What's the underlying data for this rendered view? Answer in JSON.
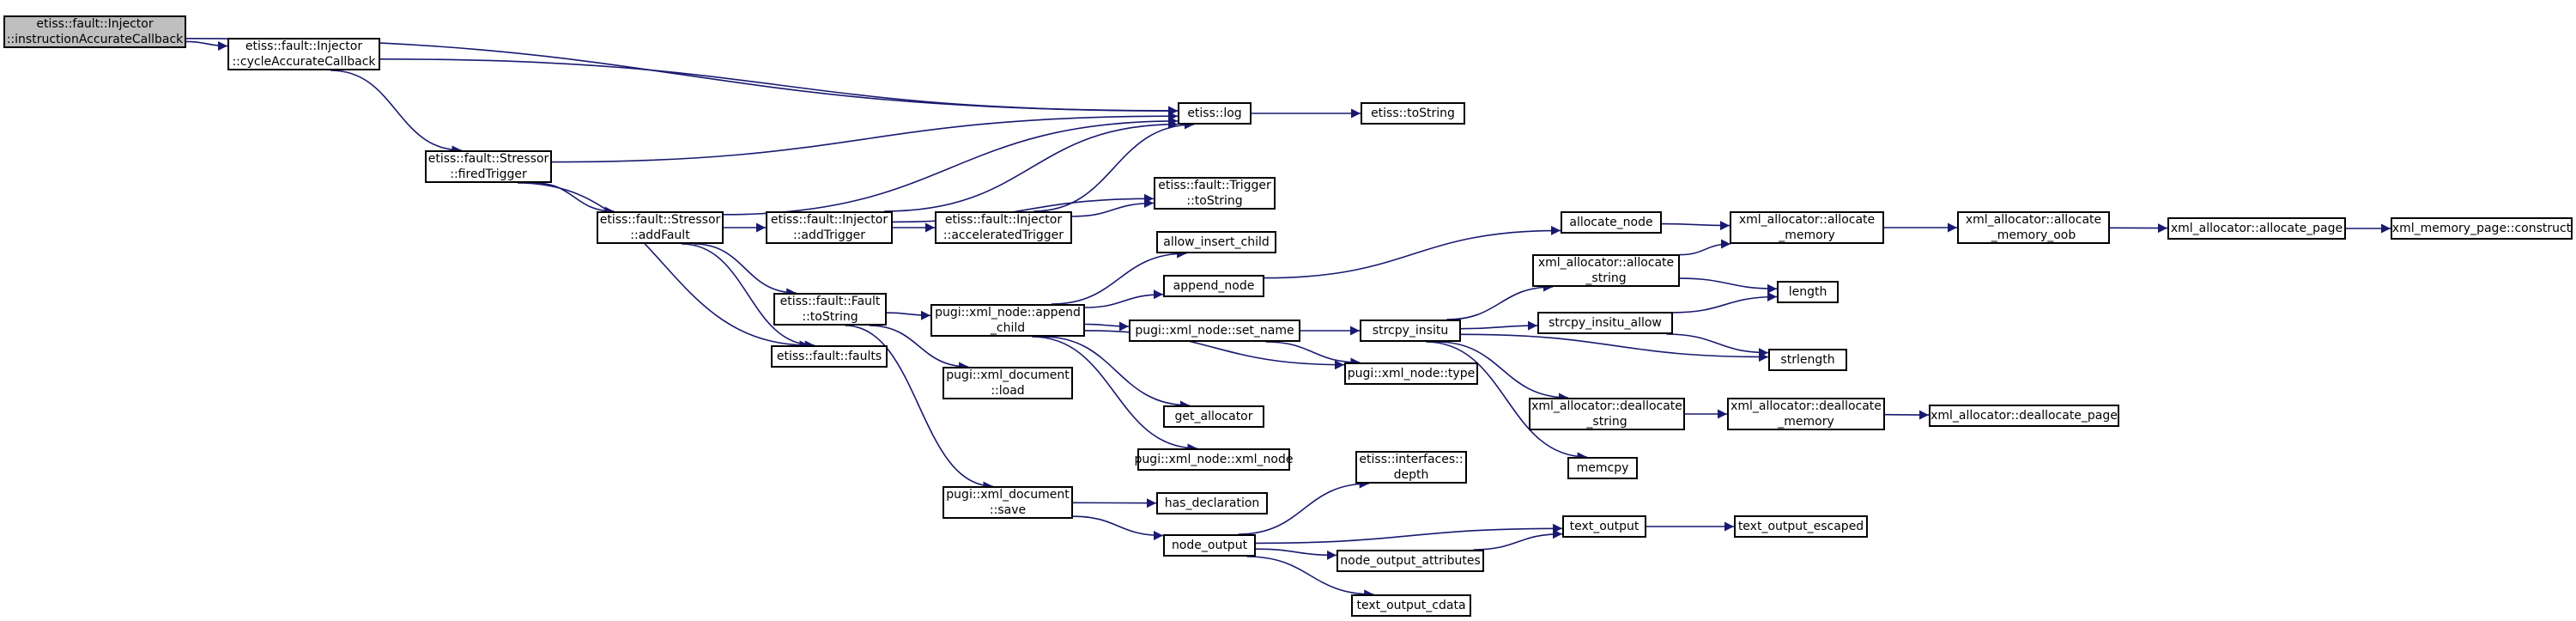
{
  "colors": {
    "edge": "#191970",
    "node_border": "#000000",
    "root_fill": "#bfbfbf",
    "node_fill": "#ffffff"
  },
  "nodes": {
    "n1": "etiss::fault::Injector\n::instructionAccurateCallback",
    "n2": "etiss::fault::Injector\n::cycleAccurateCallback",
    "n3": "etiss::fault::Stressor\n::firedTrigger",
    "n4": "etiss::log",
    "n5": "etiss::toString",
    "n6": "etiss::fault::Stressor\n::addFault",
    "n7": "etiss::fault::Injector\n::addTrigger",
    "n8": "etiss::fault::Injector\n::acceleratedTrigger",
    "n9": "etiss::fault::Trigger\n::toString",
    "n10": "etiss::fault::Fault\n::toString",
    "n11": "etiss::fault::faults",
    "n12": "pugi::xml_node::append\n_child",
    "n13": "allow_insert_child",
    "n14": "append_node",
    "n15": "allocate_node",
    "n16": "xml_allocator::allocate\n_memory",
    "n17": "xml_allocator::allocate\n_memory_oob",
    "n18": "xml_allocator::allocate_page",
    "n19": "xml_memory_page::construct",
    "n20": "pugi::xml_node::set_name",
    "n21": "strcpy_insitu",
    "n22": "xml_allocator::allocate\n_string",
    "n23": "length",
    "n24": "strcpy_insitu_allow",
    "n25": "strlength",
    "n26": "pugi::xml_node::type",
    "n27": "pugi::xml_document\n::load",
    "n28": "get_allocator",
    "n29": "xml_allocator::deallocate\n_string",
    "n30": "xml_allocator::deallocate\n_memory",
    "n31": "xml_allocator::deallocate_page",
    "n32": "pugi::xml_node::xml_node",
    "n33": "memcpy",
    "n34": "pugi::xml_document\n::save",
    "n35": "has_declaration",
    "n36": "etiss::interfaces::\ndepth",
    "n37": "node_output",
    "n38": "text_output",
    "n39": "text_output_escaped",
    "n40": "node_output_attributes",
    "n41": "text_output_cdata"
  }
}
